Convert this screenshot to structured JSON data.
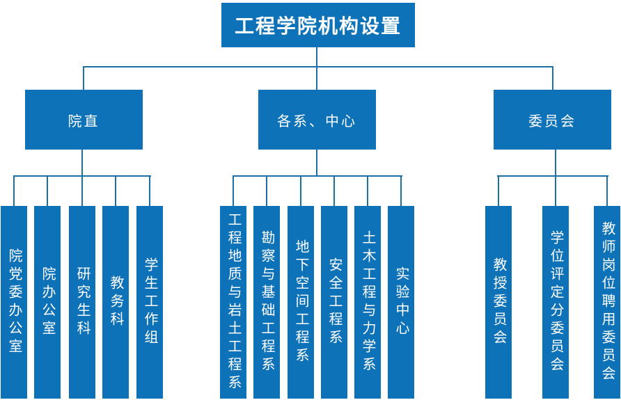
{
  "root": {
    "label": "工程学院机构设置"
  },
  "groups": [
    {
      "label": "院直",
      "children": [
        "院党委办公室",
        "院办公室",
        "研究生科",
        "教务科",
        "学生工作组"
      ]
    },
    {
      "label": "各系、中心",
      "children": [
        "工程地质与岩土工程系",
        "勘察与基础工程系",
        "地下空间工程系",
        "安全工程系",
        "土木工程与力学系",
        "实验中心"
      ]
    },
    {
      "label": "委员会",
      "children": [
        "教授委员会",
        "学位评定分委员会",
        "教师岗位聘用委员会"
      ]
    }
  ],
  "colors": {
    "box_fill": "#0e72b8",
    "connector": "#1b6fa6",
    "text": "#ffffff",
    "background": "#ffffff"
  }
}
